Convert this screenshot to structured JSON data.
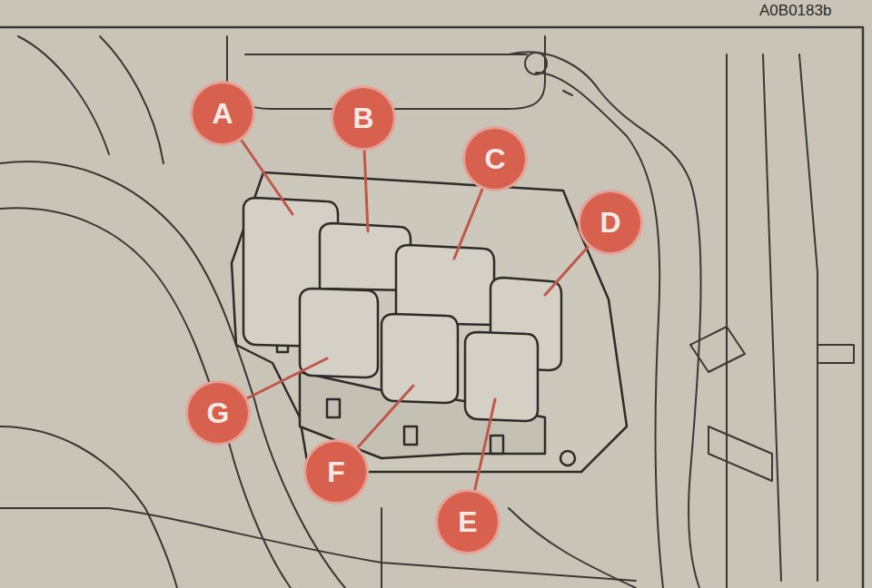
{
  "diagram": {
    "labels": [
      "A0B0183b",
      "A",
      "B",
      "C",
      "D",
      "E",
      "F",
      "G"
    ]
  }
}
